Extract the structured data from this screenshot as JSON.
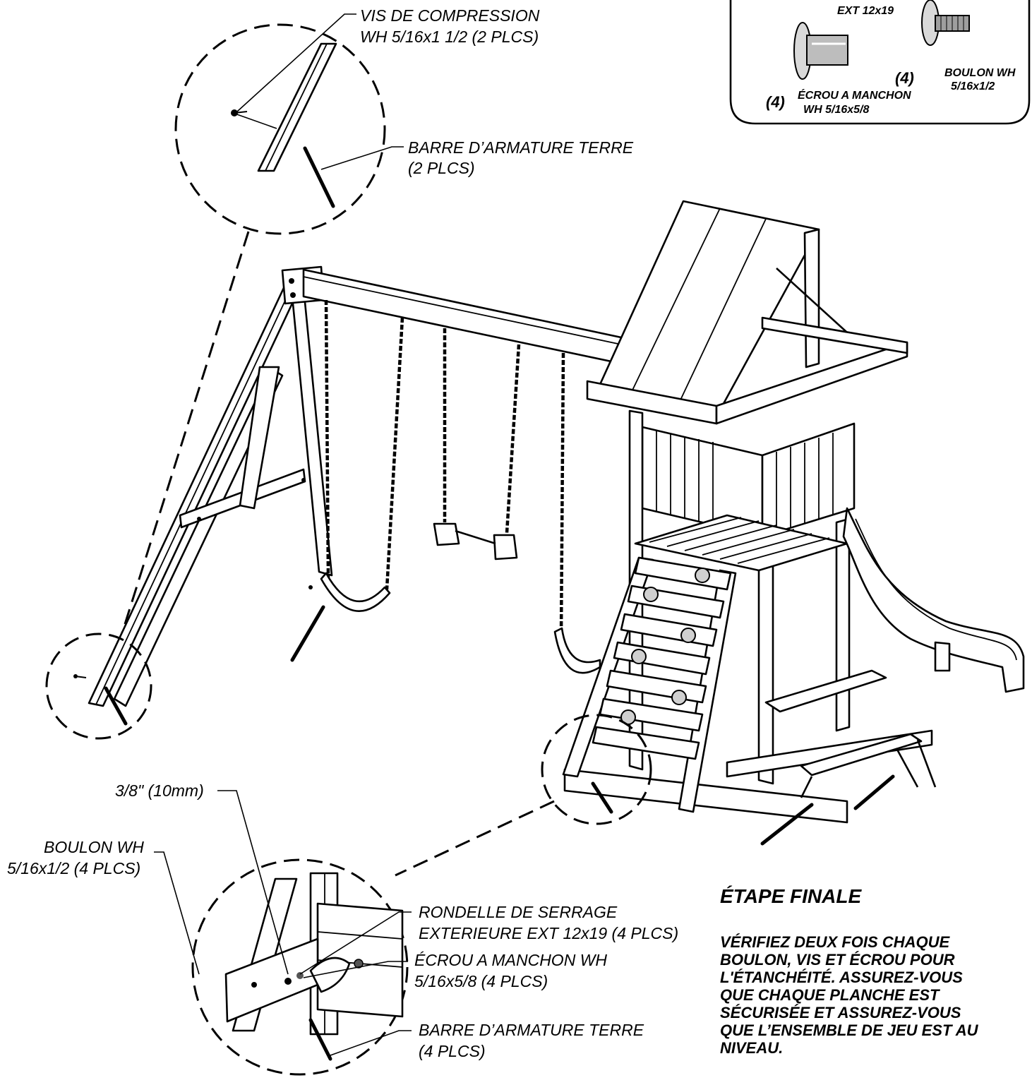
{
  "labels": {
    "top_screw": [
      "VIS DE COMPRESSION",
      "WH 5/16x1 1/2 (2 PLCS)"
    ],
    "top_rebar": [
      "BARRE D’ARMATURE TERRE",
      "(2 PLCS)"
    ],
    "dim": "3/8\" (10mm)",
    "bottom_bolt": [
      "BOULON WH",
      "5/16x1/2 (4 PLCS)"
    ],
    "bottom_washer": [
      "RONDELLE DE SERRAGE",
      "EXTERIEURE EXT 12x19 (4 PLCS)"
    ],
    "bottom_nut": [
      "ÉCROU A MANCHON  WH",
      "5/16x5/8 (4 PLCS)"
    ],
    "bottom_rebar": [
      "BARRE D’ARMATURE TERRE",
      "(4 PLCS)"
    ]
  },
  "hardware_box": {
    "washer_size": "EXT 12x19",
    "nut_qty": "(4)",
    "nut_label": [
      "ÉCROU A MANCHON",
      "WH 5/16x5/8"
    ],
    "bolt_qty": "(4)",
    "bolt_label": [
      "BOULON WH",
      "5/16x1/2"
    ]
  },
  "final_step": {
    "title": "ÉTAPE FINALE",
    "lines": [
      "VÉRIFIEZ DEUX FOIS CHAQUE",
      "BOULON, VIS ET ÉCROU POUR",
      "L'ÉTANCHÉITÉ. ASSUREZ-VOUS",
      "QUE CHAQUE PLANCHE EST",
      "SÉCURISÉE ET ASSUREZ-VOUS",
      "QUE L’ENSEMBLE DE JEU EST AU",
      "NIVEAU."
    ]
  }
}
